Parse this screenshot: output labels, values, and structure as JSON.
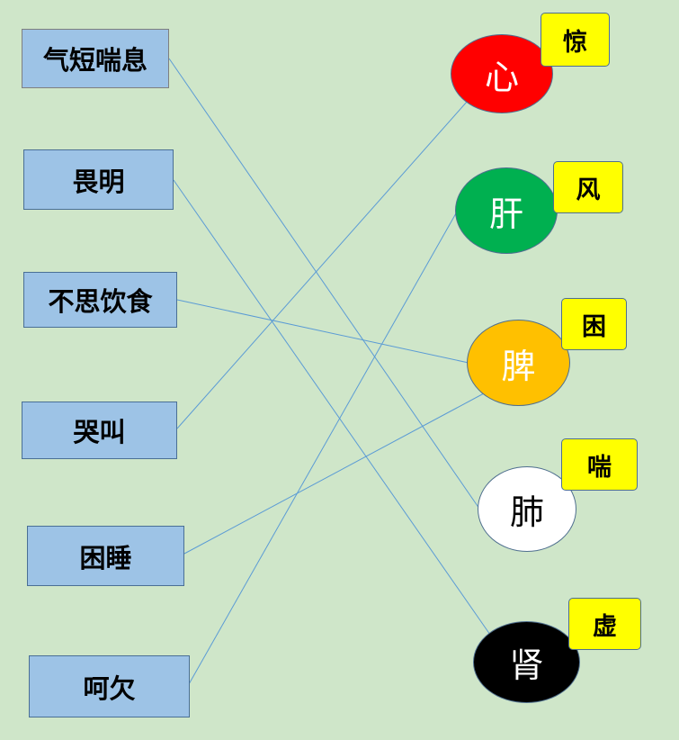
{
  "symptoms": [
    {
      "label": "气短喘息"
    },
    {
      "label": "畏明"
    },
    {
      "label": "不思饮食"
    },
    {
      "label": "哭叫"
    },
    {
      "label": "困睡"
    },
    {
      "label": "呵欠"
    }
  ],
  "organs": [
    {
      "label": "心",
      "color": "#ff0000",
      "text_color": "#ffffff",
      "tag": "惊"
    },
    {
      "label": "肝",
      "color": "#00b050",
      "text_color": "#ffffff",
      "tag": "风"
    },
    {
      "label": "脾",
      "color": "#ffc000",
      "text_color": "#ffffff",
      "tag": "困"
    },
    {
      "label": "肺",
      "color": "#ffffff",
      "text_color": "#000000",
      "tag": "喘"
    },
    {
      "label": "肾",
      "color": "#000000",
      "text_color": "#ffffff",
      "tag": "虚"
    }
  ],
  "connections": [
    {
      "from": "气短喘息",
      "to": "肺"
    },
    {
      "from": "畏明",
      "to": "肾"
    },
    {
      "from": "不思饮食",
      "to": "脾"
    },
    {
      "from": "哭叫",
      "to": "心"
    },
    {
      "from": "困睡",
      "to": "脾"
    },
    {
      "from": "呵欠",
      "to": "肝"
    }
  ],
  "line_color": "#5b9bd5"
}
